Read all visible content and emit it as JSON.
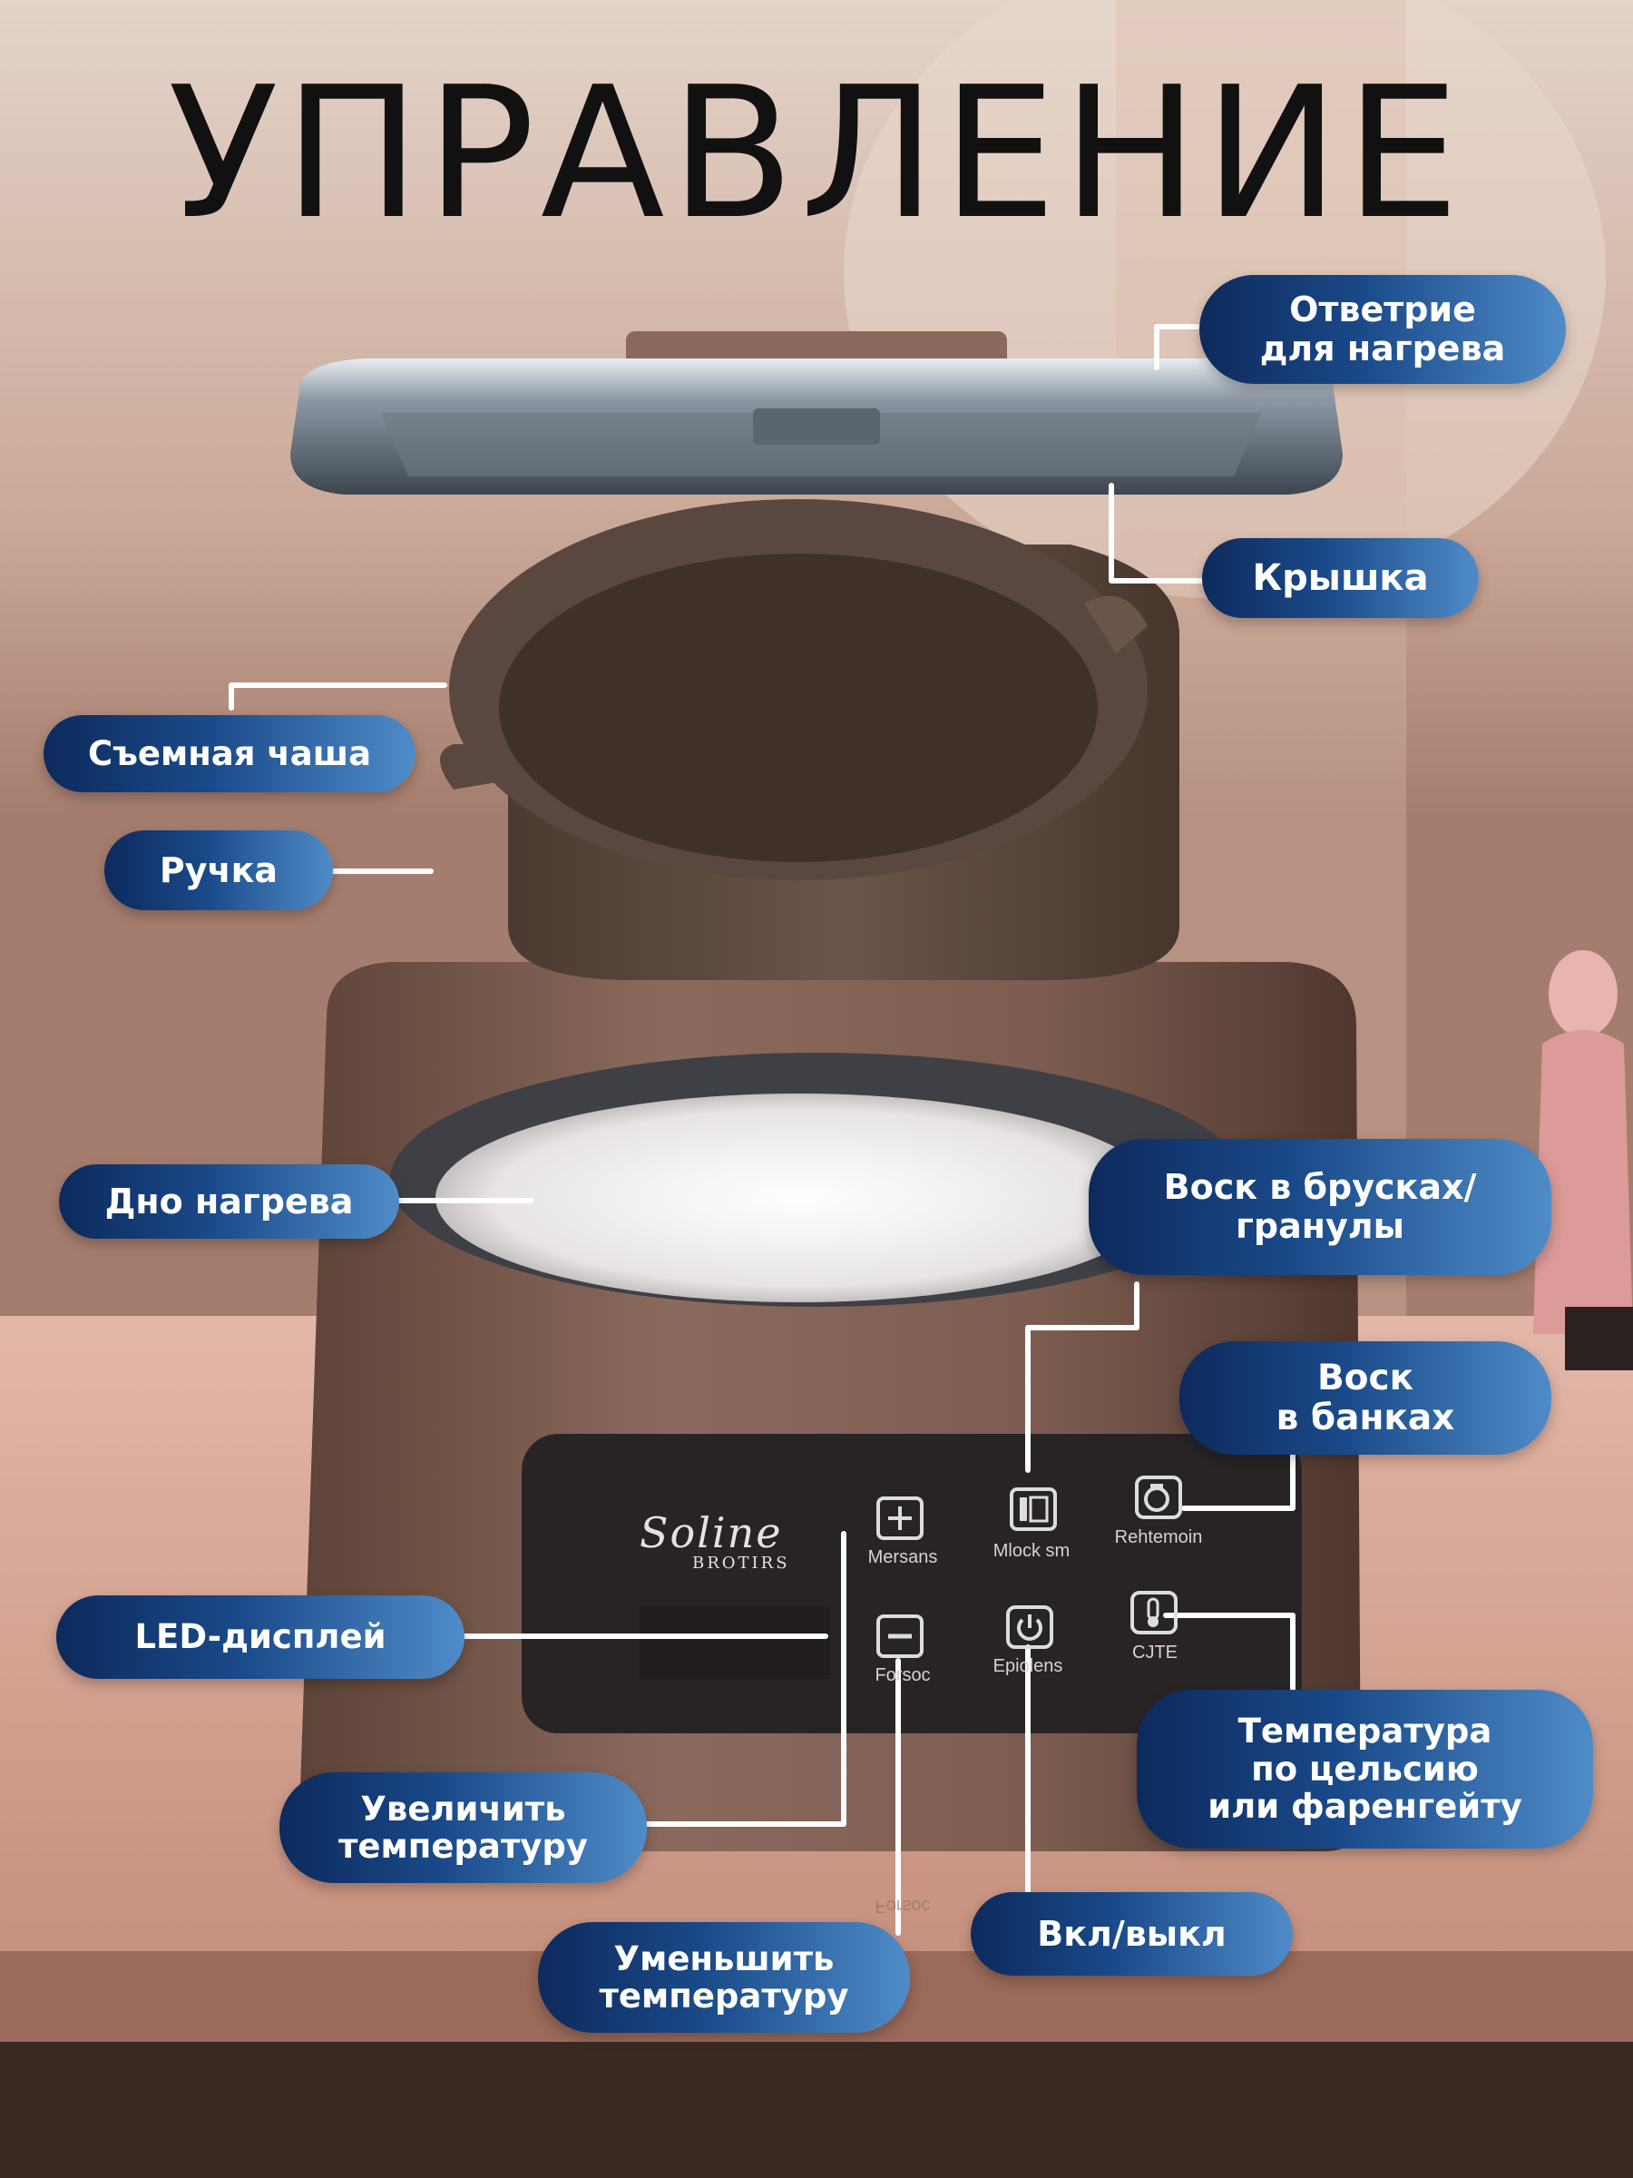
{
  "title": "УПРАВЛЕНИЕ",
  "callouts": {
    "heat_opening": "Ответрие\nдля нагрева",
    "lid": "Крышка",
    "bowl": "Съемная чаша",
    "handle": "Ручка",
    "heating_bottom": "Дно нагрева",
    "wax_bars": "Воск в брусках/\nгранулы",
    "wax_jars": "Воск\nв банках",
    "led_display": "LED-дисплей",
    "temp_unit": "Температура\nпо цельсию\nили фаренгейту",
    "increase_temp": "Увеличить\nтемпературу",
    "power": "Вкл/выкл",
    "decrease_temp": "Уменьшить\nтемпературу"
  },
  "panel": {
    "brand_name": "Soline",
    "brand_sub": "BROTIRS",
    "btn_plus_label": "Mersans",
    "btn_bars_label": "Mlock sm",
    "btn_jar_label": "Rehtemoin",
    "btn_minus_label": "Forsoc",
    "btn_power_label": "Epiolens",
    "btn_temp_label": "CJTE",
    "reflection_text": "Forsoc"
  },
  "colors": {
    "pill_dark": "#0d2a5c",
    "pill_light": "#4f8cc7",
    "device_brown": "#7a5a4f",
    "bowl_brown": "#5e4a3f"
  }
}
